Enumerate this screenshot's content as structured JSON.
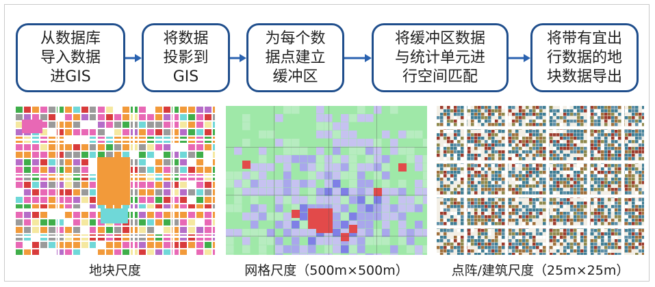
{
  "flow": {
    "steps": [
      "从数据库\n导入数据\n进GIS",
      "将数据\n投影到\nGIS",
      "为每个数\n据点建立\n缓冲区",
      "将缓冲区数据\n与统计单元进\n行空间匹配",
      "将带有宜出\n行数据的地\n块数据导出"
    ]
  },
  "maps": {
    "captions": [
      "地块尺度",
      "网格尺度（500m×500m）",
      "点阵/建筑尺度（25m×25m）"
    ]
  },
  "colors": {
    "box_border": "#1f4e8c",
    "arrow": "#2a62b0"
  }
}
